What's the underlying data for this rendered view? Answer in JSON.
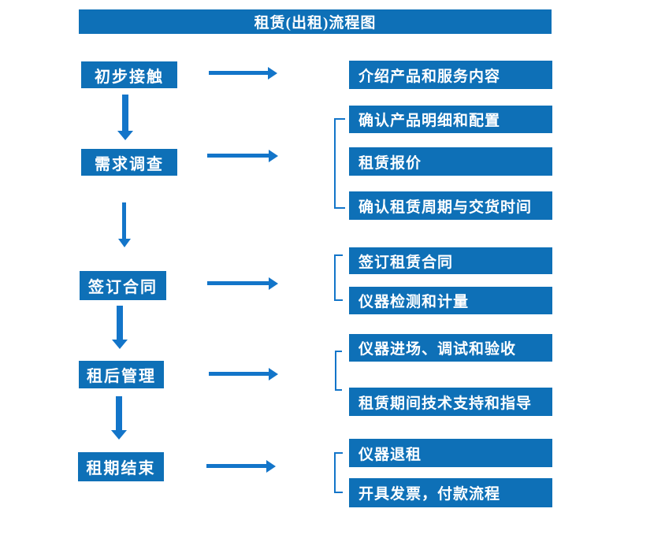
{
  "title": "租赁(出租)流程图",
  "colors": {
    "box_fill": "#0E70B7",
    "arrow": "#1375C9",
    "text": "#FFFFFF",
    "background": "#FFFFFF"
  },
  "stages": [
    {
      "label": "初步接触",
      "outputs": [
        "介绍产品和服务内容"
      ]
    },
    {
      "label": "需求调查",
      "outputs": [
        "确认产品明细和配置",
        "租赁报价",
        "确认租赁周期与交货时间"
      ]
    },
    {
      "label": "签订合同",
      "outputs": [
        "签订租赁合同",
        "仪器检测和计量"
      ]
    },
    {
      "label": "租后管理",
      "outputs": [
        "仪器进场、调试和验收",
        "租赁期间技术支持和指导"
      ]
    },
    {
      "label": "租期结束",
      "outputs": [
        "仪器退租",
        "开具发票，付款流程"
      ]
    }
  ]
}
